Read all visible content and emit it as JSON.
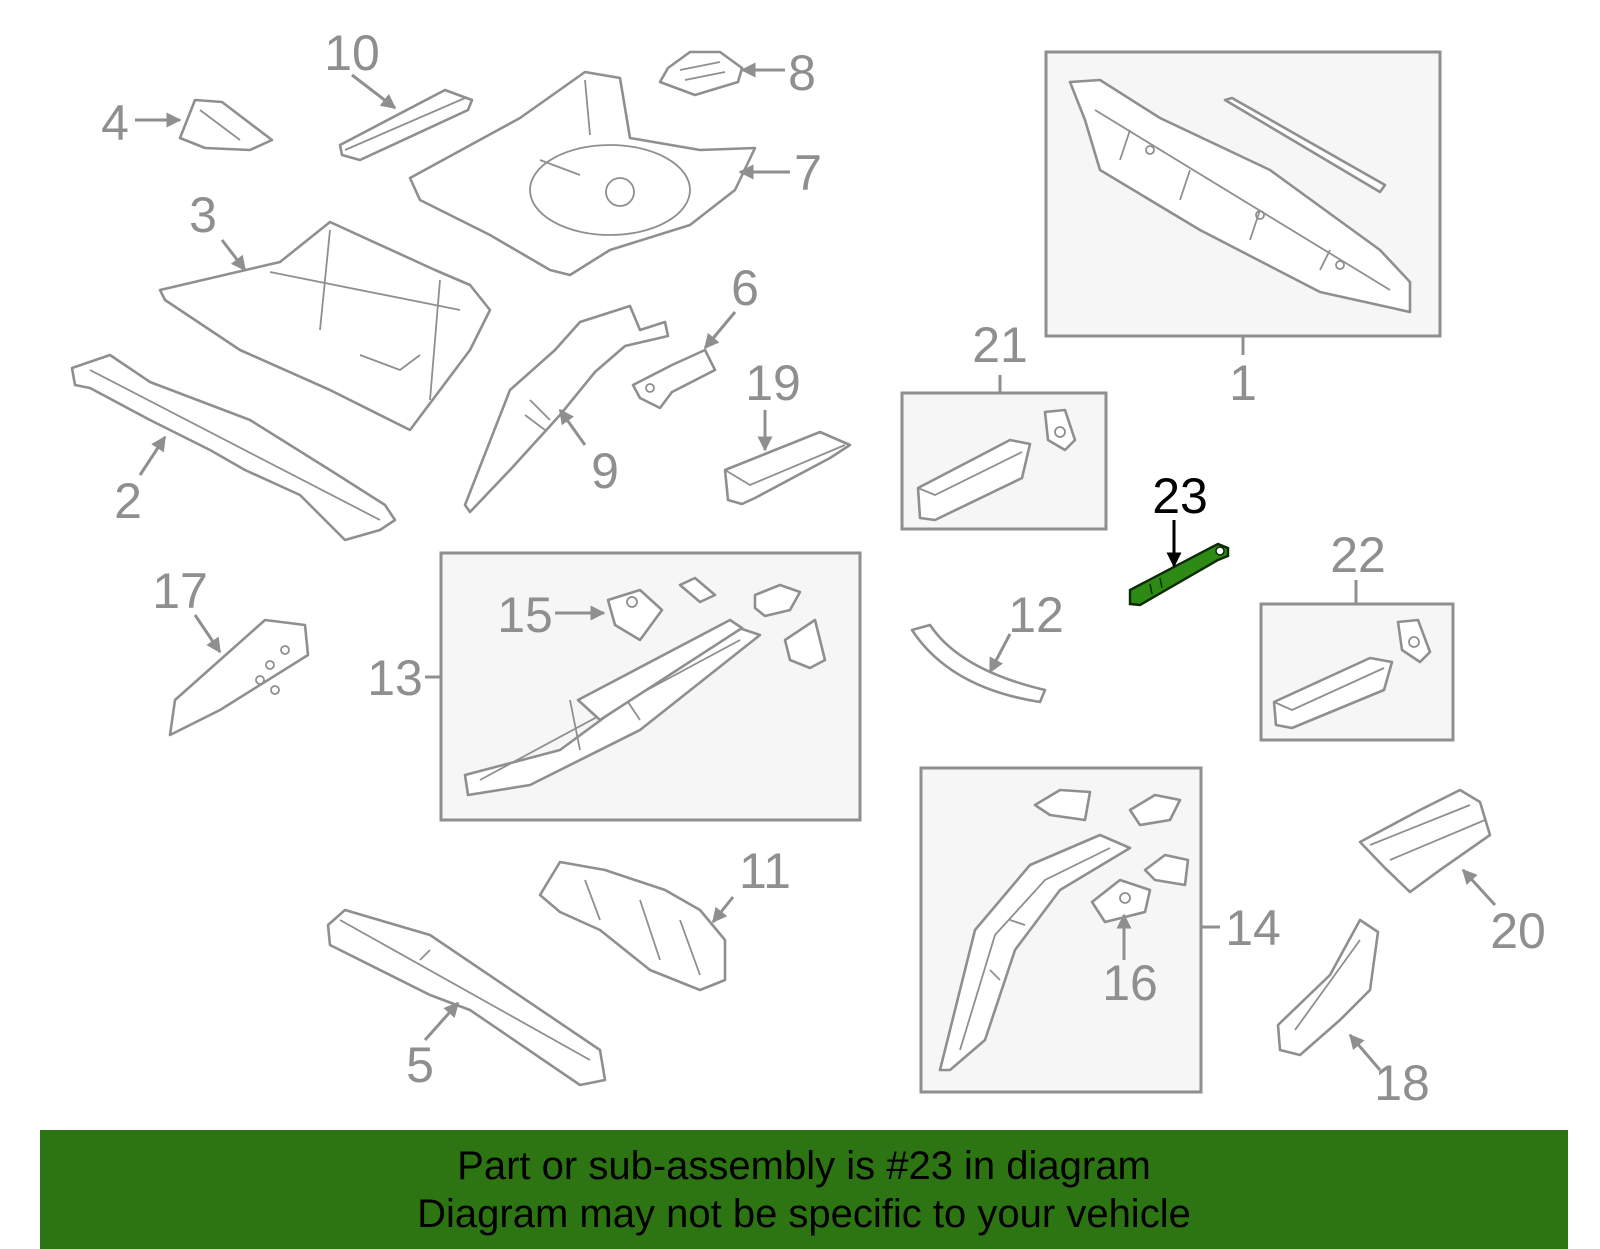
{
  "highlighted_part": "23",
  "callouts": {
    "c1": "1",
    "c2": "2",
    "c3": "3",
    "c4": "4",
    "c5": "5",
    "c6": "6",
    "c7": "7",
    "c8": "8",
    "c9": "9",
    "c10": "10",
    "c11": "11",
    "c12": "12",
    "c13": "13",
    "c14": "14",
    "c15": "15",
    "c16": "16",
    "c17": "17",
    "c18": "18",
    "c19": "19",
    "c20": "20",
    "c21": "21",
    "c22": "22",
    "c23": "23"
  },
  "banner": {
    "line1": "Part or sub-assembly is #23 in diagram",
    "line2": "Diagram may not be specific to your vehicle"
  },
  "colors": {
    "banner_bg": "#2c7512",
    "highlight_part": "#2d8a14",
    "line_gray": "#8f8f8f"
  }
}
